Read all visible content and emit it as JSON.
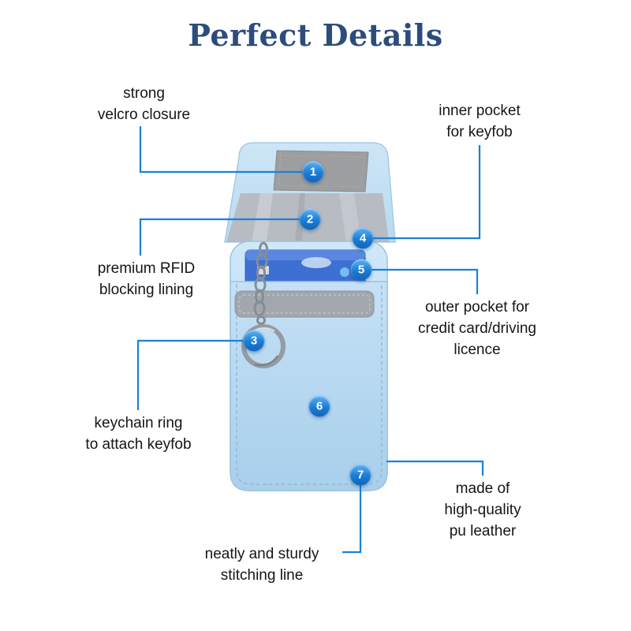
{
  "title": "Perfect Details",
  "colors": {
    "accent_line": "#1b80d8",
    "title_text": "#2c4c7c",
    "badge_blue": "#1b7cd6",
    "pouch_blue": "#bedcf3",
    "velcro_gray": "#9c9ea0",
    "lining_silver": "#b7bcc2",
    "card_blue": "#3e6fd2"
  },
  "callouts": [
    {
      "num": "1",
      "label": "strong\nvelcro closure"
    },
    {
      "num": "2",
      "label": "premium RFID\nblocking lining"
    },
    {
      "num": "3",
      "label": "keychain ring\nto attach keyfob"
    },
    {
      "num": "4",
      "label": "inner pocket\nfor keyfob"
    },
    {
      "num": "5",
      "label": "outer pocket for\ncredit card/driving\nlicence"
    },
    {
      "num": "6",
      "label": "made of\nhigh-quality\npu leather"
    },
    {
      "num": "7",
      "label": "neatly and sturdy\nstitching line"
    }
  ]
}
